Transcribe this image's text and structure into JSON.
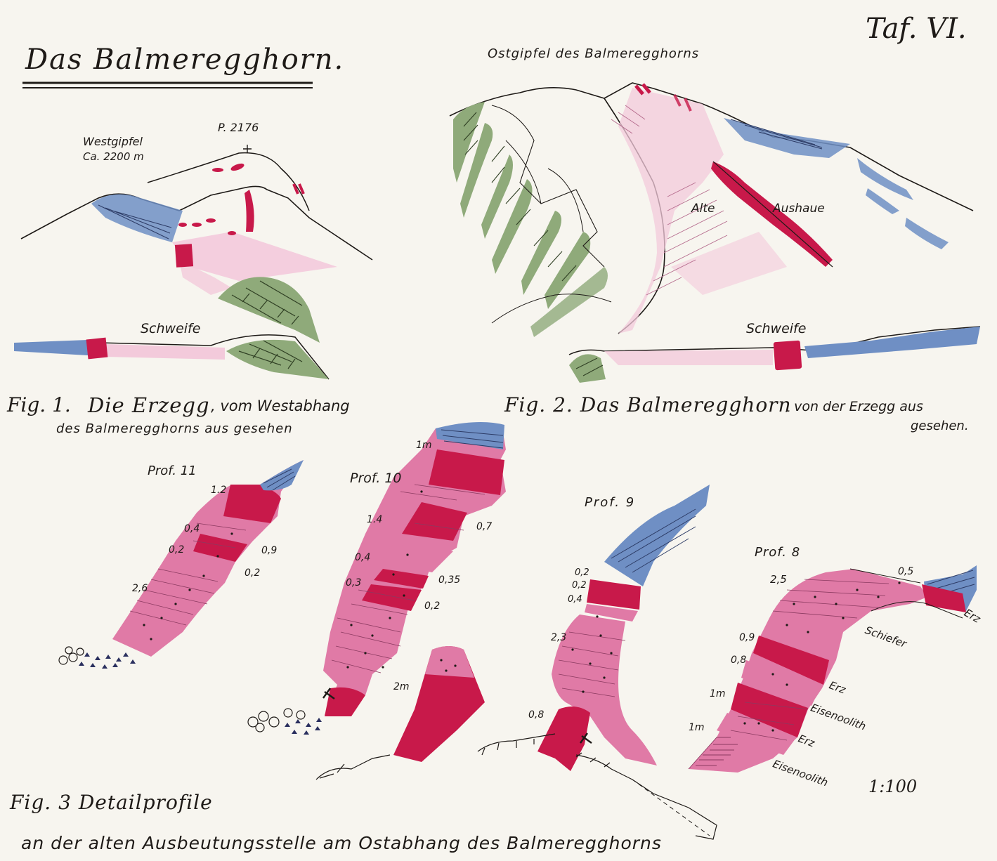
{
  "plate_label": "Taf. VI.",
  "title": "Das Balmeregghorn.",
  "fig1": {
    "label_westgipfel": "Westgipfel",
    "label_elevation": "Ca. 2200 m",
    "label_point": "P. 2176",
    "label_schweife": "Schweife",
    "caption_num": "Fig. 1.",
    "caption_main": "Die Erzegg",
    "caption_rest": ", vom Westabhang",
    "caption_line2": "des Balmeregghorns aus gesehen"
  },
  "fig2": {
    "label_ostgipfel": "Ostgipfel des Balmeregghorns",
    "label_alte": "Alte",
    "label_aushaue": "Aushaue",
    "label_schweife": "Schweife",
    "caption_main": "Fig. 2. Das Balmeregghorn",
    "caption_rest": ", von der Erzegg aus",
    "caption_line2": "gesehen."
  },
  "fig3": {
    "caption_main": "Fig. 3 Detailprofile",
    "caption_line2": "an der alten Ausbeutungsstelle am Ostabhang des Balmeregghorns",
    "scale": "1:100",
    "prof11": {
      "label": "Prof. 11",
      "values": [
        "1.2",
        "0,4",
        "0,2",
        "0,9",
        "0,2",
        "2,6"
      ]
    },
    "prof10": {
      "label": "Prof. 10",
      "values": [
        "1m",
        "1.4",
        "0,7",
        "0,4",
        "0,3",
        "0,35",
        "0,2",
        "2m"
      ]
    },
    "prof9": {
      "label": "Prof. 9",
      "values": [
        "0,2",
        "0,2",
        "0,4",
        "2,3",
        "0,8"
      ]
    },
    "prof8": {
      "label": "Prof. 8",
      "values": [
        "2,5",
        "0,5",
        "0,9",
        "0,8",
        "1m",
        "1m"
      ],
      "legend": [
        "Erz",
        "Schiefer",
        "Erz",
        "Eisenoolith",
        "Erz",
        "Eisenoolith"
      ]
    }
  },
  "colors": {
    "ore_red": "#c8194a",
    "oolith_pink": "#e07aa6",
    "pale_pink": "#f3cadb",
    "limestone_blue": "#6f8fc4",
    "schist_green": "#8faa7a",
    "ink": "#1e1a17",
    "paper": "#f7f5ef"
  }
}
